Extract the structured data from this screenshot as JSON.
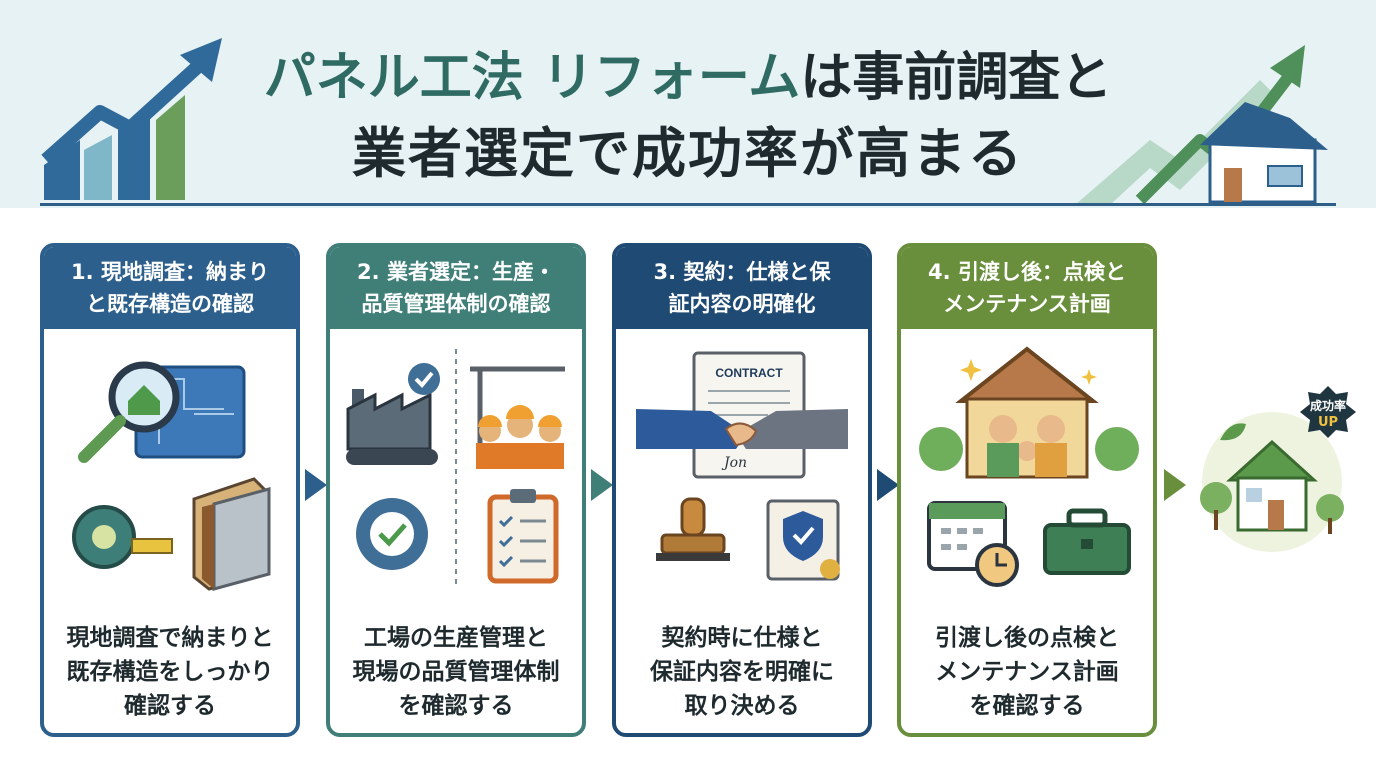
{
  "title": {
    "line1_accent": "パネル工法 リフォーム",
    "line1_rest": "は事前調査と",
    "line2": "業者選定で成功率が高まる"
  },
  "steps": [
    {
      "head_line1": "1. 現地調査：納まり",
      "head_line2": "と既存構造の確認",
      "desc_line1": "現地調査で納まりと",
      "desc_line2": "既存構造をしっかり",
      "desc_line3": "確認する"
    },
    {
      "head_line1": "2. 業者選定：生産・",
      "head_line2": "品質管理体制の確認",
      "desc_line1": "工場の生産管理と",
      "desc_line2": "現場の品質管理体制",
      "desc_line3": "を確認する"
    },
    {
      "head_line1": "3. 契約：仕様と保",
      "head_line2": "証内容の明確化",
      "desc_line1": "契約時に仕様と",
      "desc_line2": "保証内容を明確に",
      "desc_line3": "取り決める"
    },
    {
      "head_line1": "4. 引渡し後：点検と",
      "head_line2": "メンテナンス計画",
      "desc_line1": "引渡し後の点検と",
      "desc_line2": "メンテナンス計画",
      "desc_line3": "を確認する"
    }
  ],
  "contract_label": "CONTRACT",
  "signature": "Jon",
  "badge": {
    "line1": "成功率",
    "line2": "UP"
  },
  "colors": {
    "step1": "#2c5f8c",
    "step2": "#3f7f78",
    "step3": "#1e4a74",
    "step4": "#6a8f3c",
    "header_bg": "#e6f2f4"
  },
  "icons": [
    "magnifier-blueprint-icon",
    "tape-measure-icon",
    "wall-panel-icon",
    "factory-icon",
    "construction-crew-icon",
    "gear-check-icon",
    "checklist-icon",
    "contract-handshake-icon",
    "stamp-icon",
    "warranty-certificate-icon",
    "family-house-icon",
    "calendar-clock-icon",
    "toolbox-icon",
    "eco-house-icon"
  ]
}
